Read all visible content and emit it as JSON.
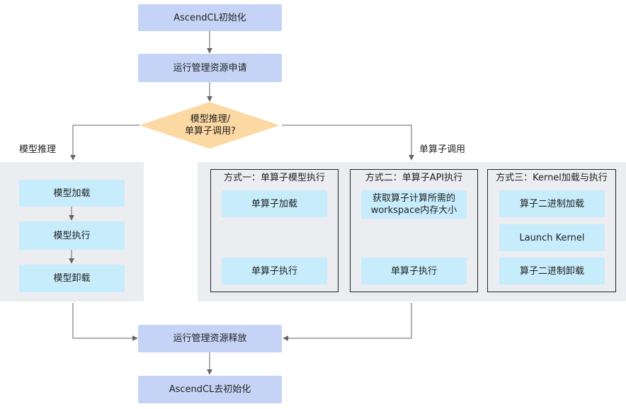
{
  "nodes": {
    "init": "AscendCL初始化",
    "resource_request": "运行管理资源申请",
    "decision": "模型推理/\n单算子调用?",
    "resource_release": "运行管理资源释放",
    "finalize": "AscendCL去初始化"
  },
  "branches": {
    "left_label": "模型推理",
    "right_label": "单算子调用"
  },
  "model_panel": {
    "load": "模型加载",
    "execute": "模型执行",
    "unload": "模型卸载"
  },
  "methods": [
    {
      "title": "方式一：单算子模型执行",
      "steps": [
        "单算子加载",
        "单算子执行"
      ]
    },
    {
      "title": "方式二：单算子API执行",
      "steps": [
        "获取算子计算所需的\nworkspace内存大小",
        "单算子执行"
      ]
    },
    {
      "title": "方式三：Kernel加载与执行",
      "steps": [
        "算子二进制加载",
        "Launch Kernel",
        "算子二进制卸载"
      ]
    }
  ],
  "colors": {
    "main_node": "#c5d4f6",
    "sub_node": "#c7ecfb",
    "decision": "#fcd9a2",
    "panel": "#ebedf1",
    "edge": "#666666"
  }
}
